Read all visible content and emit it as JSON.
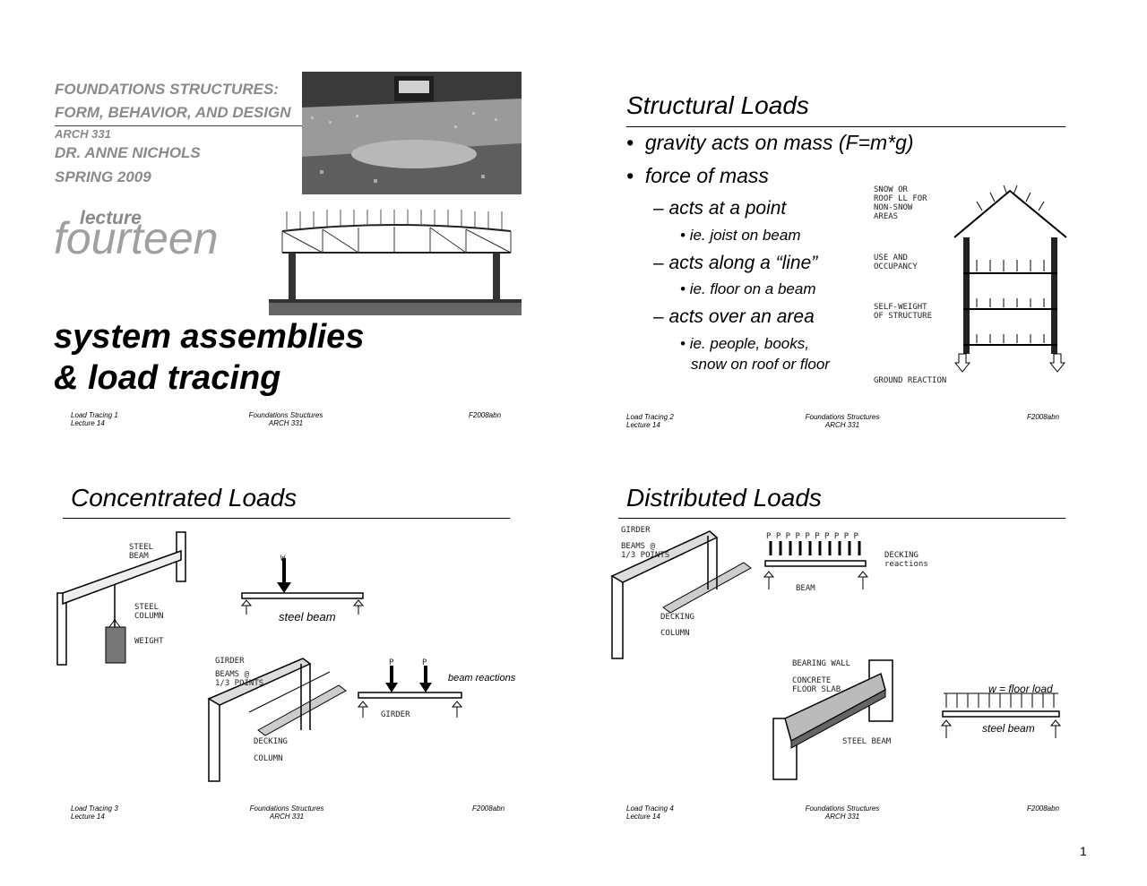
{
  "slide1": {
    "course": [
      "FOUNDATIONS STRUCTURES:",
      "FORM, BEHAVIOR, AND DESIGN"
    ],
    "course_code": "ARCH 331",
    "instructor": "DR. ANNE NICHOLS",
    "term": "SPRING 2009",
    "lecture_word": "lecture",
    "lecture_number": "fourteen",
    "topic_line1": "system assemblies",
    "topic_line2": "& load tracing",
    "footer": {
      "left1": "Load Tracing 1",
      "left2": "Lecture 14",
      "mid1": "Foundations Structures",
      "mid2": "ARCH 331",
      "right": "F2008abn"
    }
  },
  "slide2": {
    "title": "Structural Loads",
    "bullets": [
      "gravity acts on mass (F=m*g)",
      "force of mass",
      "– acts at a point",
      "ie. joist on beam",
      "– acts along a “line”",
      "ie. floor on a beam",
      "– acts over an area",
      "ie. people, books,",
      "snow on roof or floor"
    ],
    "figure_labels": [
      "SNOW OR\nROOF LL FOR\nNON-SNOW\nAREAS",
      "USE AND\nOCCUPANCY",
      "SELF-WEIGHT\nOF STRUCTURE",
      "GROUND REACTION"
    ],
    "footer": {
      "left1": "Load Tracing 2",
      "left2": "Lecture 14",
      "mid1": "Foundations Structures",
      "mid2": "ARCH 331",
      "right": "F2008abn"
    }
  },
  "slide3": {
    "title": "Concentrated Loads",
    "figure_labels": [
      "STEEL\nBEAM",
      "STEEL\nCOLUMN",
      "WEIGHT",
      "W",
      "steel beam",
      "GIRDER",
      "BEAMS @\n1/3 POINTS",
      "DECKING",
      "COLUMN",
      "P",
      "P",
      "beam reactions",
      "GIRDER"
    ],
    "footer": {
      "left1": "Load Tracing 3",
      "left2": "Lecture 14",
      "mid1": "Foundations Structures",
      "mid2": "ARCH 331",
      "right": "F2008abn"
    }
  },
  "slide4": {
    "title": "Distributed Loads",
    "figure_labels": [
      "GIRDER",
      "BEAMS @\n1/3 POINTS",
      "DECKING",
      "COLUMN",
      "P P P P P P P P P P",
      "DECKING\nreactions",
      "BEAM",
      "BEARING WALL",
      "CONCRETE\nFLOOR SLAB",
      "STEEL BEAM",
      "w = floor load",
      "steel beam"
    ],
    "footer": {
      "left1": "Load Tracing 4",
      "left2": "Lecture 14",
      "mid1": "Foundations Structures",
      "mid2": "ARCH 331",
      "right": "F2008abn"
    }
  },
  "page_number": "1"
}
